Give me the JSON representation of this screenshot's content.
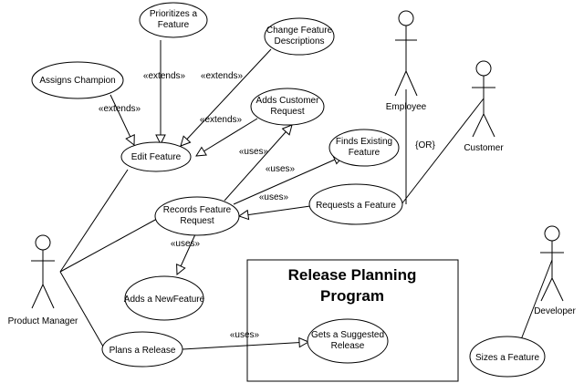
{
  "use_cases": {
    "prioritizes": [
      "Prioritizes a",
      "Feature"
    ],
    "change_desc": [
      "Change Feature",
      "Descriptions"
    ],
    "assigns_champion": [
      "Assigns Champion"
    ],
    "adds_customer_request": [
      "Adds Customer",
      "Request"
    ],
    "edit_feature": [
      "Edit Feature"
    ],
    "finds_existing": [
      "Finds Existing",
      "Feature"
    ],
    "records_feature_request": [
      "Records Feature",
      "Request"
    ],
    "requests_feature": [
      "Requests a Feature"
    ],
    "adds_new_feature": [
      "Adds a NewFeature"
    ],
    "plans_release": [
      "Plans a Release"
    ],
    "gets_suggested": [
      "Gets a Suggested",
      "Release"
    ],
    "sizes_feature": [
      "Sizes a Feature"
    ]
  },
  "actors": {
    "employee": "Employee",
    "customer": "Customer",
    "product_manager": "Product Manager",
    "developer": "Developer"
  },
  "relationship_labels": {
    "extends": "«extends»",
    "uses": "«uses»",
    "or_constraint": "{OR}"
  },
  "system_boundary": {
    "title_line1": "Release Planning",
    "title_line2": "Program"
  }
}
